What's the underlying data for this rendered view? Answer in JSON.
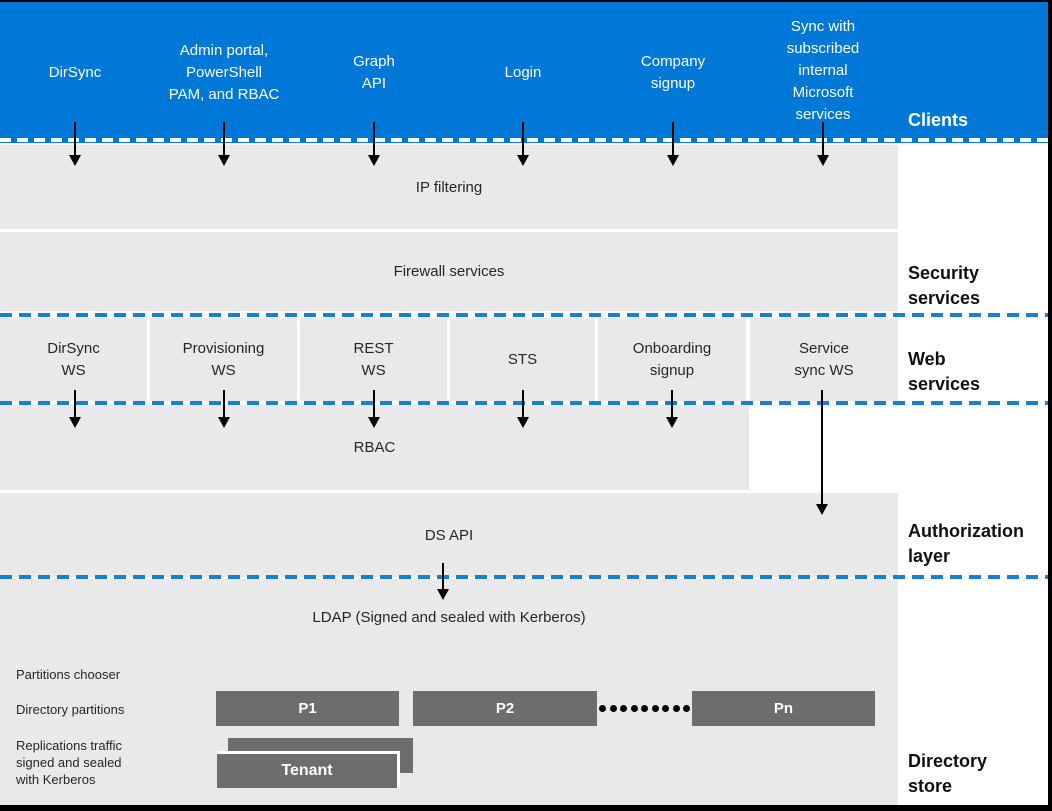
{
  "colors": {
    "client_band_blue": "#0078D7",
    "band_gray": "#E9E9E9",
    "partition_gray": "#6D6D6D",
    "dashed_line_blue": "#1580D6",
    "arrow_black": "#000000"
  },
  "clients_band": {
    "side_label": "Clients",
    "items": [
      {
        "label": "DirSync"
      },
      {
        "label": "Admin portal,\nPowerShell\nPAM, and RBAC"
      },
      {
        "label": "Graph\nAPI"
      },
      {
        "label": "Login"
      },
      {
        "label": "Company\nsignup"
      },
      {
        "label": "Sync with\nsubscribed\ninternal\nMicrosoft\nservices"
      }
    ]
  },
  "security_services": {
    "side_label": "Security\nservices",
    "ip_filtering_label": "IP filtering",
    "firewall_label": "Firewall services"
  },
  "web_services": {
    "side_label": "Web\nservices",
    "boxes": [
      {
        "label": "DirSync\nWS"
      },
      {
        "label": "Provisioning\nWS"
      },
      {
        "label": "REST\nWS"
      },
      {
        "label": "STS"
      },
      {
        "label": "Onboarding\nsignup"
      },
      {
        "label": "Service\nsync WS"
      }
    ],
    "rbac_label": "RBAC"
  },
  "authorization_layer": {
    "side_label": "Authorization\nlayer",
    "ds_api_label": "DS API"
  },
  "directory_store": {
    "side_label": "Directory\nstore",
    "ldap_label": "LDAP (Signed and sealed with Kerberos)",
    "partitions_chooser_label": "Partitions chooser",
    "directory_partitions_label": "Directory partitions",
    "replication_label": "Replications traffic\nsigned and sealed\nwith Kerberos",
    "partitions": [
      {
        "label": "P1"
      },
      {
        "label": "P2"
      },
      {
        "label": "Pn"
      }
    ],
    "tenant_label": "Tenant"
  }
}
